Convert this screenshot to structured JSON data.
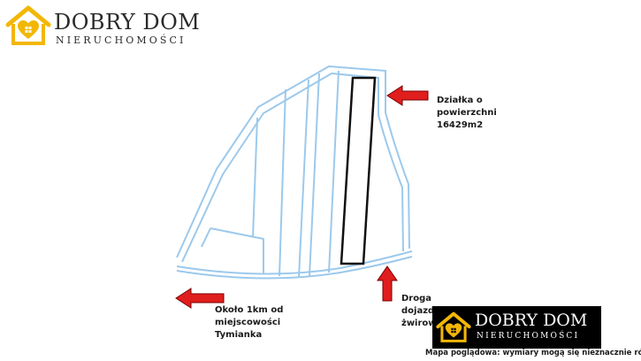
{
  "brand": {
    "name": "DOBRY DOM",
    "tagline": "NIERUCHOMOŚCI",
    "logo_icon": "house-heart-logo",
    "gold": "#f2b705",
    "logo_bg": "#000000"
  },
  "map": {
    "parcel_line_color": "#9cc9ec",
    "highlight_color": "#111111",
    "arrow_color": "#e01e1e"
  },
  "annotations": {
    "plot": "Działka o\npowierzchni\n16429m2",
    "road": "Droga dojazdowa\nżwirowa",
    "town": "Około 1km od\nmiejscowości\nTymianka"
  },
  "footer": {
    "disclaimer": "Mapa poglądowa: wymiary mogą się nieznacznie różnić"
  }
}
